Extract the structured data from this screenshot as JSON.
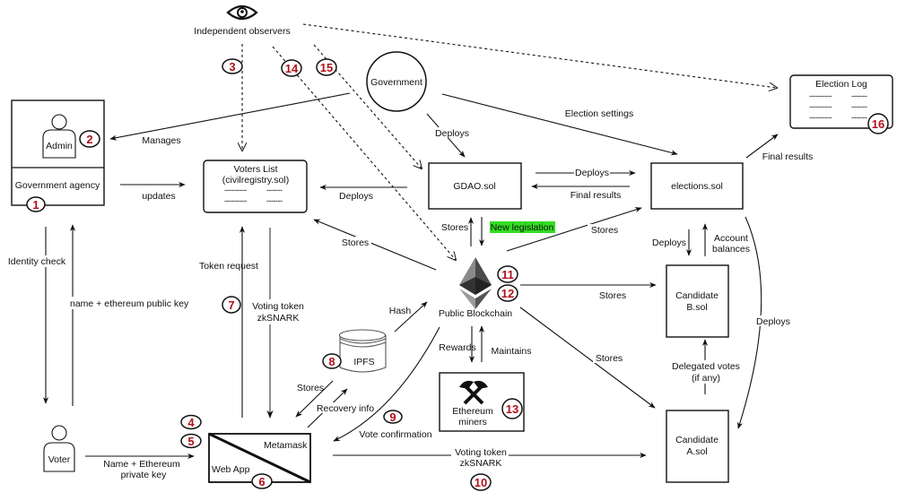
{
  "diagram": {
    "title": "Blockchain e-voting system architecture",
    "nodes": {
      "observers": "Independent observers",
      "government": "Government",
      "admin": "Admin",
      "gov_agency": "Government agency",
      "voters_list": {
        "line1": "Voters List",
        "line2": "(civilregistry.sol)",
        "placeholder_a": "----------",
        "placeholder_b": "-------"
      },
      "gdao": "GDAO.sol",
      "elections": "elections.sol",
      "election_log": {
        "title": "Election Log",
        "placeholder_a": "----------",
        "placeholder_b": "-------"
      },
      "blockchain": "Public Blockchain",
      "ipfs": "IPFS",
      "miners": {
        "line1": "Ethereum",
        "line2": "miners"
      },
      "candidate_b": {
        "line1": "Candidate",
        "line2": "B.sol"
      },
      "candidate_a": {
        "line1": "Candidate",
        "line2": "A.sol"
      },
      "voter": "Voter",
      "webapp": "Web App",
      "metamask": "Metamask"
    },
    "edges": {
      "manages": "Manages",
      "updates": "updates",
      "identity_check": "Identity check",
      "name_pubkey": "name + ethereum public key",
      "token_request": "Token request",
      "voting_token_1": "Voting token",
      "zksnark_1": "zkSNARK",
      "deploys_gov_gdao": "Deploys",
      "deploys_gdao_voters": "Deploys",
      "deploys_gdao_elections": "Deploys",
      "final_results_elections_gdao": "Final results",
      "election_settings": "Election settings",
      "final_results_log": "Final results",
      "stores_gdao": "Stores",
      "new_legislation": "New legislation",
      "stores_voters": "Stores",
      "stores_elections": "Stores",
      "stores_candidate_b": "Stores",
      "stores_candidate_a": "Stores",
      "deploys_elections_b": "Deploys",
      "account_balances_1": "Account",
      "account_balances_2": "balances",
      "deploys_elections_a": "Deploys",
      "delegated_votes_1": "Delegated votes",
      "delegated_votes_2": "(if any)",
      "hash": "Hash",
      "rewards": "Rewards",
      "maintains": "Maintains",
      "stores_ipfs": "Stores",
      "recovery_info": "Recovery info",
      "vote_confirmation": "Vote confirmation",
      "name_privkey_1": "Name + Ethereum",
      "name_privkey_2": "private key",
      "voting_token_2": "Voting token",
      "zksnark_2": "zkSNARK"
    },
    "steps": [
      "1",
      "2",
      "3",
      "4",
      "5",
      "6",
      "7",
      "8",
      "9",
      "10",
      "11",
      "12",
      "13",
      "14",
      "15",
      "16"
    ],
    "colors": {
      "step_number": "#b0101a",
      "highlight": "#33dd22",
      "line": "#111111"
    }
  }
}
